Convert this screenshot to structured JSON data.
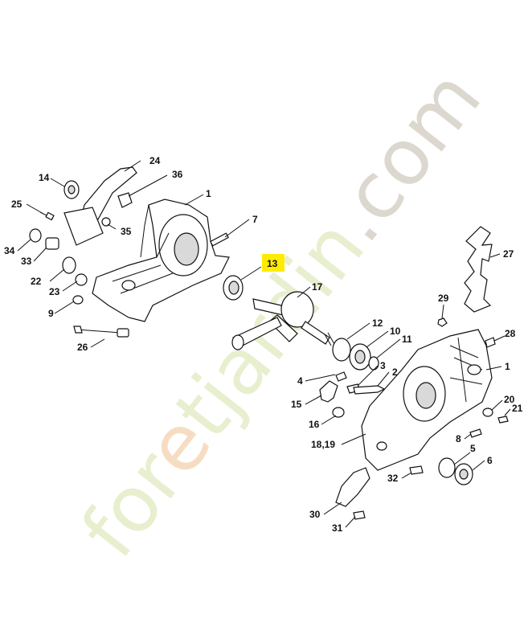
{
  "watermark": {
    "part1": "for",
    "part2": "e",
    "part3": "tjardin",
    "part4": ".com"
  },
  "highlight_color": "#ffeb00",
  "labels": [
    {
      "id": "24",
      "text": "24"
    },
    {
      "id": "14",
      "text": "14"
    },
    {
      "id": "36",
      "text": "36"
    },
    {
      "id": "1a",
      "text": "1"
    },
    {
      "id": "25",
      "text": "25"
    },
    {
      "id": "7",
      "text": "7"
    },
    {
      "id": "35",
      "text": "35"
    },
    {
      "id": "34",
      "text": "34"
    },
    {
      "id": "33",
      "text": "33"
    },
    {
      "id": "13",
      "text": "13"
    },
    {
      "id": "22",
      "text": "22"
    },
    {
      "id": "17",
      "text": "17"
    },
    {
      "id": "23",
      "text": "23"
    },
    {
      "id": "27",
      "text": "27"
    },
    {
      "id": "9",
      "text": "9"
    },
    {
      "id": "29",
      "text": "29"
    },
    {
      "id": "12",
      "text": "12"
    },
    {
      "id": "10",
      "text": "10"
    },
    {
      "id": "26",
      "text": "26"
    },
    {
      "id": "11",
      "text": "11"
    },
    {
      "id": "28",
      "text": "28"
    },
    {
      "id": "2",
      "text": "2"
    },
    {
      "id": "1b",
      "text": "1"
    },
    {
      "id": "4",
      "text": "4"
    },
    {
      "id": "3",
      "text": "3"
    },
    {
      "id": "15",
      "text": "15"
    },
    {
      "id": "20",
      "text": "20"
    },
    {
      "id": "21",
      "text": "21"
    },
    {
      "id": "16",
      "text": "16"
    },
    {
      "id": "8",
      "text": "8"
    },
    {
      "id": "1819",
      "text": "18,19"
    },
    {
      "id": "5",
      "text": "5"
    },
    {
      "id": "6",
      "text": "6"
    },
    {
      "id": "32",
      "text": "32"
    },
    {
      "id": "30",
      "text": "30"
    },
    {
      "id": "31",
      "text": "31"
    }
  ]
}
